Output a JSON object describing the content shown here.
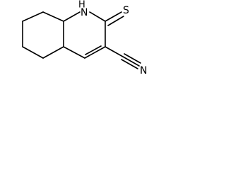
{
  "molecule": {
    "atoms": {
      "n1_h": "H",
      "n1": "N",
      "s": "S",
      "n_nitrile": "N"
    }
  }
}
